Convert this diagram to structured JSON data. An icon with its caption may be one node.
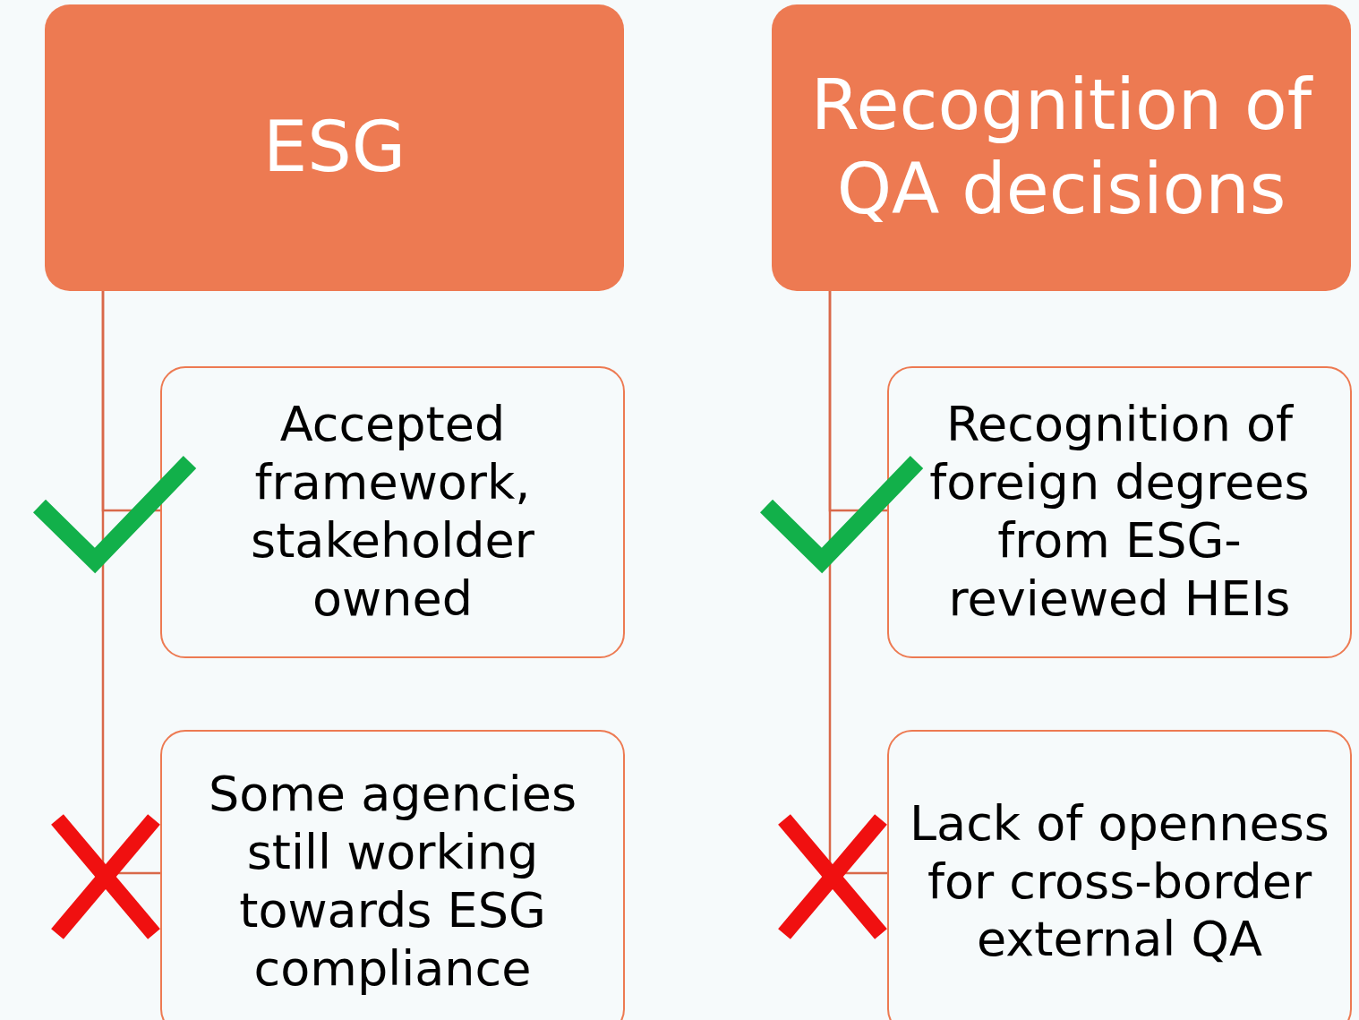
{
  "diagram": {
    "nodes": [
      {
        "text": [
          "ESG"
        ]
      },
      {
        "text": [
          "Accepted framework, stakeholder owned"
        ]
      },
      {
        "text": [
          "Some agencies still working towards ESG compliance"
        ]
      },
      {
        "text": [
          "Recognition of QA decisions"
        ]
      },
      {
        "text": [
          "Recognition of foreign degrees from ESG-reviewed HEIs"
        ]
      },
      {
        "text": [
          "Lack of openness for cross-border external QA"
        ]
      }
    ],
    "edges": [
      {
        "from": 0,
        "to": 1,
        "arrow": "none"
      },
      {
        "from": 0,
        "to": 2,
        "arrow": "none"
      },
      {
        "from": 3,
        "to": 4,
        "arrow": "none"
      },
      {
        "from": 3,
        "to": 5,
        "arrow": "none"
      }
    ]
  }
}
